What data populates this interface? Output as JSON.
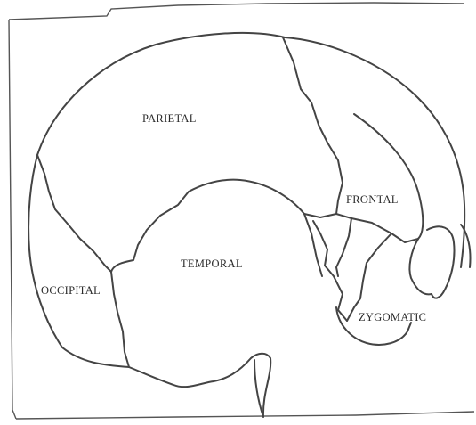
{
  "labels": {
    "parietal": "PARIETAL",
    "frontal": "FRONTAL",
    "temporal": "TEMPORAL",
    "occipital": "OCCIPITAL",
    "zygomatic": "ZYGOMATIC"
  }
}
